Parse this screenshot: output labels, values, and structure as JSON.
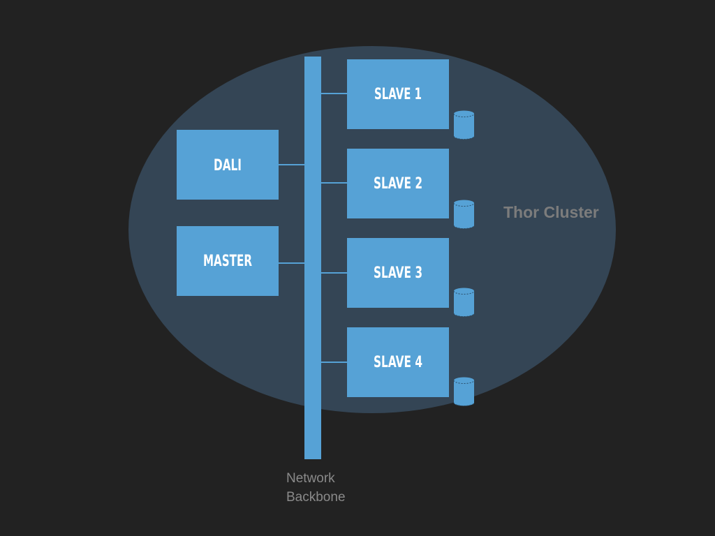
{
  "colors": {
    "background": "#222222",
    "cluster_fill": "#344555",
    "node_fill": "#56a2d6",
    "link": "#56a2d6",
    "cluster_label": "#7c7c7c",
    "backbone_label": "#8a8a8a"
  },
  "cluster": {
    "label": "Thor Cluster"
  },
  "backbone": {
    "label_line1": "Network",
    "label_line2": "Backbone"
  },
  "left_nodes": [
    {
      "label": "DALI"
    },
    {
      "label": "MASTER"
    }
  ],
  "slave_nodes": [
    {
      "label": "SLAVE 1",
      "storage_icon": "disk-icon"
    },
    {
      "label": "SLAVE 2",
      "storage_icon": "disk-icon"
    },
    {
      "label": "SLAVE 3",
      "storage_icon": "disk-icon"
    },
    {
      "label": "SLAVE 4",
      "storage_icon": "disk-icon"
    }
  ]
}
